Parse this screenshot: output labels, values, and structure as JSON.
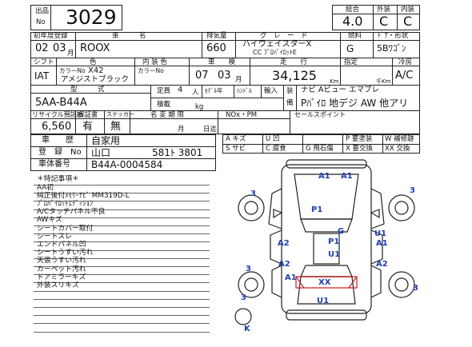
{
  "header": {
    "lot_label_top": "出品",
    "lot_label_bottom": "No",
    "lot_number": "3029",
    "score_label": "総合",
    "exterior_label": "外装",
    "interior_label": "内装",
    "score": "4.0",
    "exterior": "C",
    "interior": "C"
  },
  "row1": {
    "first_reg_label": "初年度登録",
    "model_label": "車　　　名",
    "disp_label": "排気量",
    "grade_label": "グ　レ　ー　ド",
    "fuel_label": "燃料",
    "body_label": "ﾄﾞｱ・形状",
    "year": "02",
    "month": "03",
    "month_unit": "月",
    "model": "ROOX",
    "displacement": "660",
    "grade_line1": "ハイウェイスターX",
    "grade_line2": "CC ﾌﾟﾛﾊﾟｲﾛｯﾄE",
    "fuel": "G",
    "body_type": "5Bﾜｺﾞﾝ"
  },
  "row2": {
    "shift_label": "シフト",
    "color_label": "色",
    "interior_color_label": "内 装 色",
    "inspection_label": "車　　検",
    "mileage_label": "走　　行",
    "price_label": "指定",
    "ac_label": "冷房",
    "shift": "IAT",
    "color_no_label": "カラーNo",
    "color_no": "X42",
    "color_name": "アメジストブラック",
    "int_color_no_label": "カラーNo",
    "insp_year": "07",
    "insp_month": "03",
    "insp_month_unit": "月",
    "mileage": "34,125",
    "mileage_unit": "Km",
    "price_unit": "千Km",
    "ac": "A/C"
  },
  "row3": {
    "type_label": "型　　　式",
    "capacity_label": "定員",
    "capacity": "4",
    "capacity_unit": "人",
    "model_change_label": "ﾓﾃﾞﾙ年",
    "handle_label": "ﾊﾝﾄﾞﾙ",
    "import_label": "輸入",
    "equip_label_1": "装",
    "equip_label_2": "備",
    "equip_line1": "ナビ Aビュー エマブレ",
    "equip_line2": "Pﾊﾟｲﾛ 地デジ AW 他アリ",
    "type": "5AA-B44A",
    "weight_label": "積載",
    "weight_unit": "kg"
  },
  "row4": {
    "recycle_label": "リサイクル預託額",
    "warranty_label": "保証書",
    "sticker_label": "ステッカー",
    "name_change_label": "名 変 期 限",
    "nox_label": "NOx・PM",
    "sales_point_label": "セールスポイント",
    "recycle": "6,560",
    "warranty": "有",
    "sticker": "無",
    "name_change_month": "月",
    "name_change_day": "日迄"
  },
  "registration": {
    "history_label": "車　　歴",
    "history": "自家用",
    "plate_label": "登　録　No",
    "plate_area": "山口",
    "plate_number": "581ﾄ 3801",
    "chassis_label": "車体番号",
    "chassis": "B44A-0004584"
  },
  "legend": [
    {
      "code": "A",
      "text": "キズ"
    },
    {
      "code": "U",
      "text": "凹"
    },
    {
      "code": "P",
      "text": "要塗装"
    },
    {
      "code": "W",
      "text": "補修跡"
    },
    {
      "code": "S",
      "text": "サビ"
    },
    {
      "code": "C",
      "text": "腐食"
    },
    {
      "code": "G",
      "text": "飛石傷"
    },
    {
      "code": "X",
      "text": "要交換"
    },
    {
      "code": "XX",
      "text": "交換"
    }
  ],
  "notes": {
    "title": "＊特記事項＊",
    "lines": [
      "AA初",
      "純正後付ﾒﾓﾘｰﾅﾋﾞ MM319D-L",
      "ﾌﾟﾛﾊﾟｲﾛｯﾄｴﾃﾞｨｼｮﾝ",
      "A/Cタッチパネル不良",
      "AWキズ",
      "シートカバー取付",
      "シートスレ",
      "エンドパネル凹",
      "シートうすい汚れ",
      "天張うすい汚れ",
      "カーペット汚れ",
      "ドアミラーキズ",
      "外装スリキズ"
    ]
  },
  "damage": {
    "a1_top_left": "A1",
    "a1_top_right": "A1",
    "p1_hood": "P1",
    "g_mark": "G",
    "a2_left": "A2",
    "p1_roof": "P1",
    "u1_roof": "U1",
    "u1_right": "U1",
    "a1_right": "A1",
    "a2_left_lower": "A2",
    "a2_right": "A2",
    "a1_rear_left": "A1",
    "xx_rear": "XX",
    "u1_rear": "U1",
    "wheel_fl": "3",
    "wheel_fr": "3",
    "wheel_rl": "3",
    "wheel_rr": "3",
    "rear_3": "3",
    "k_mark": "K"
  },
  "colors": {
    "damage": "#1f3fb0",
    "red_line": "#c62020"
  }
}
